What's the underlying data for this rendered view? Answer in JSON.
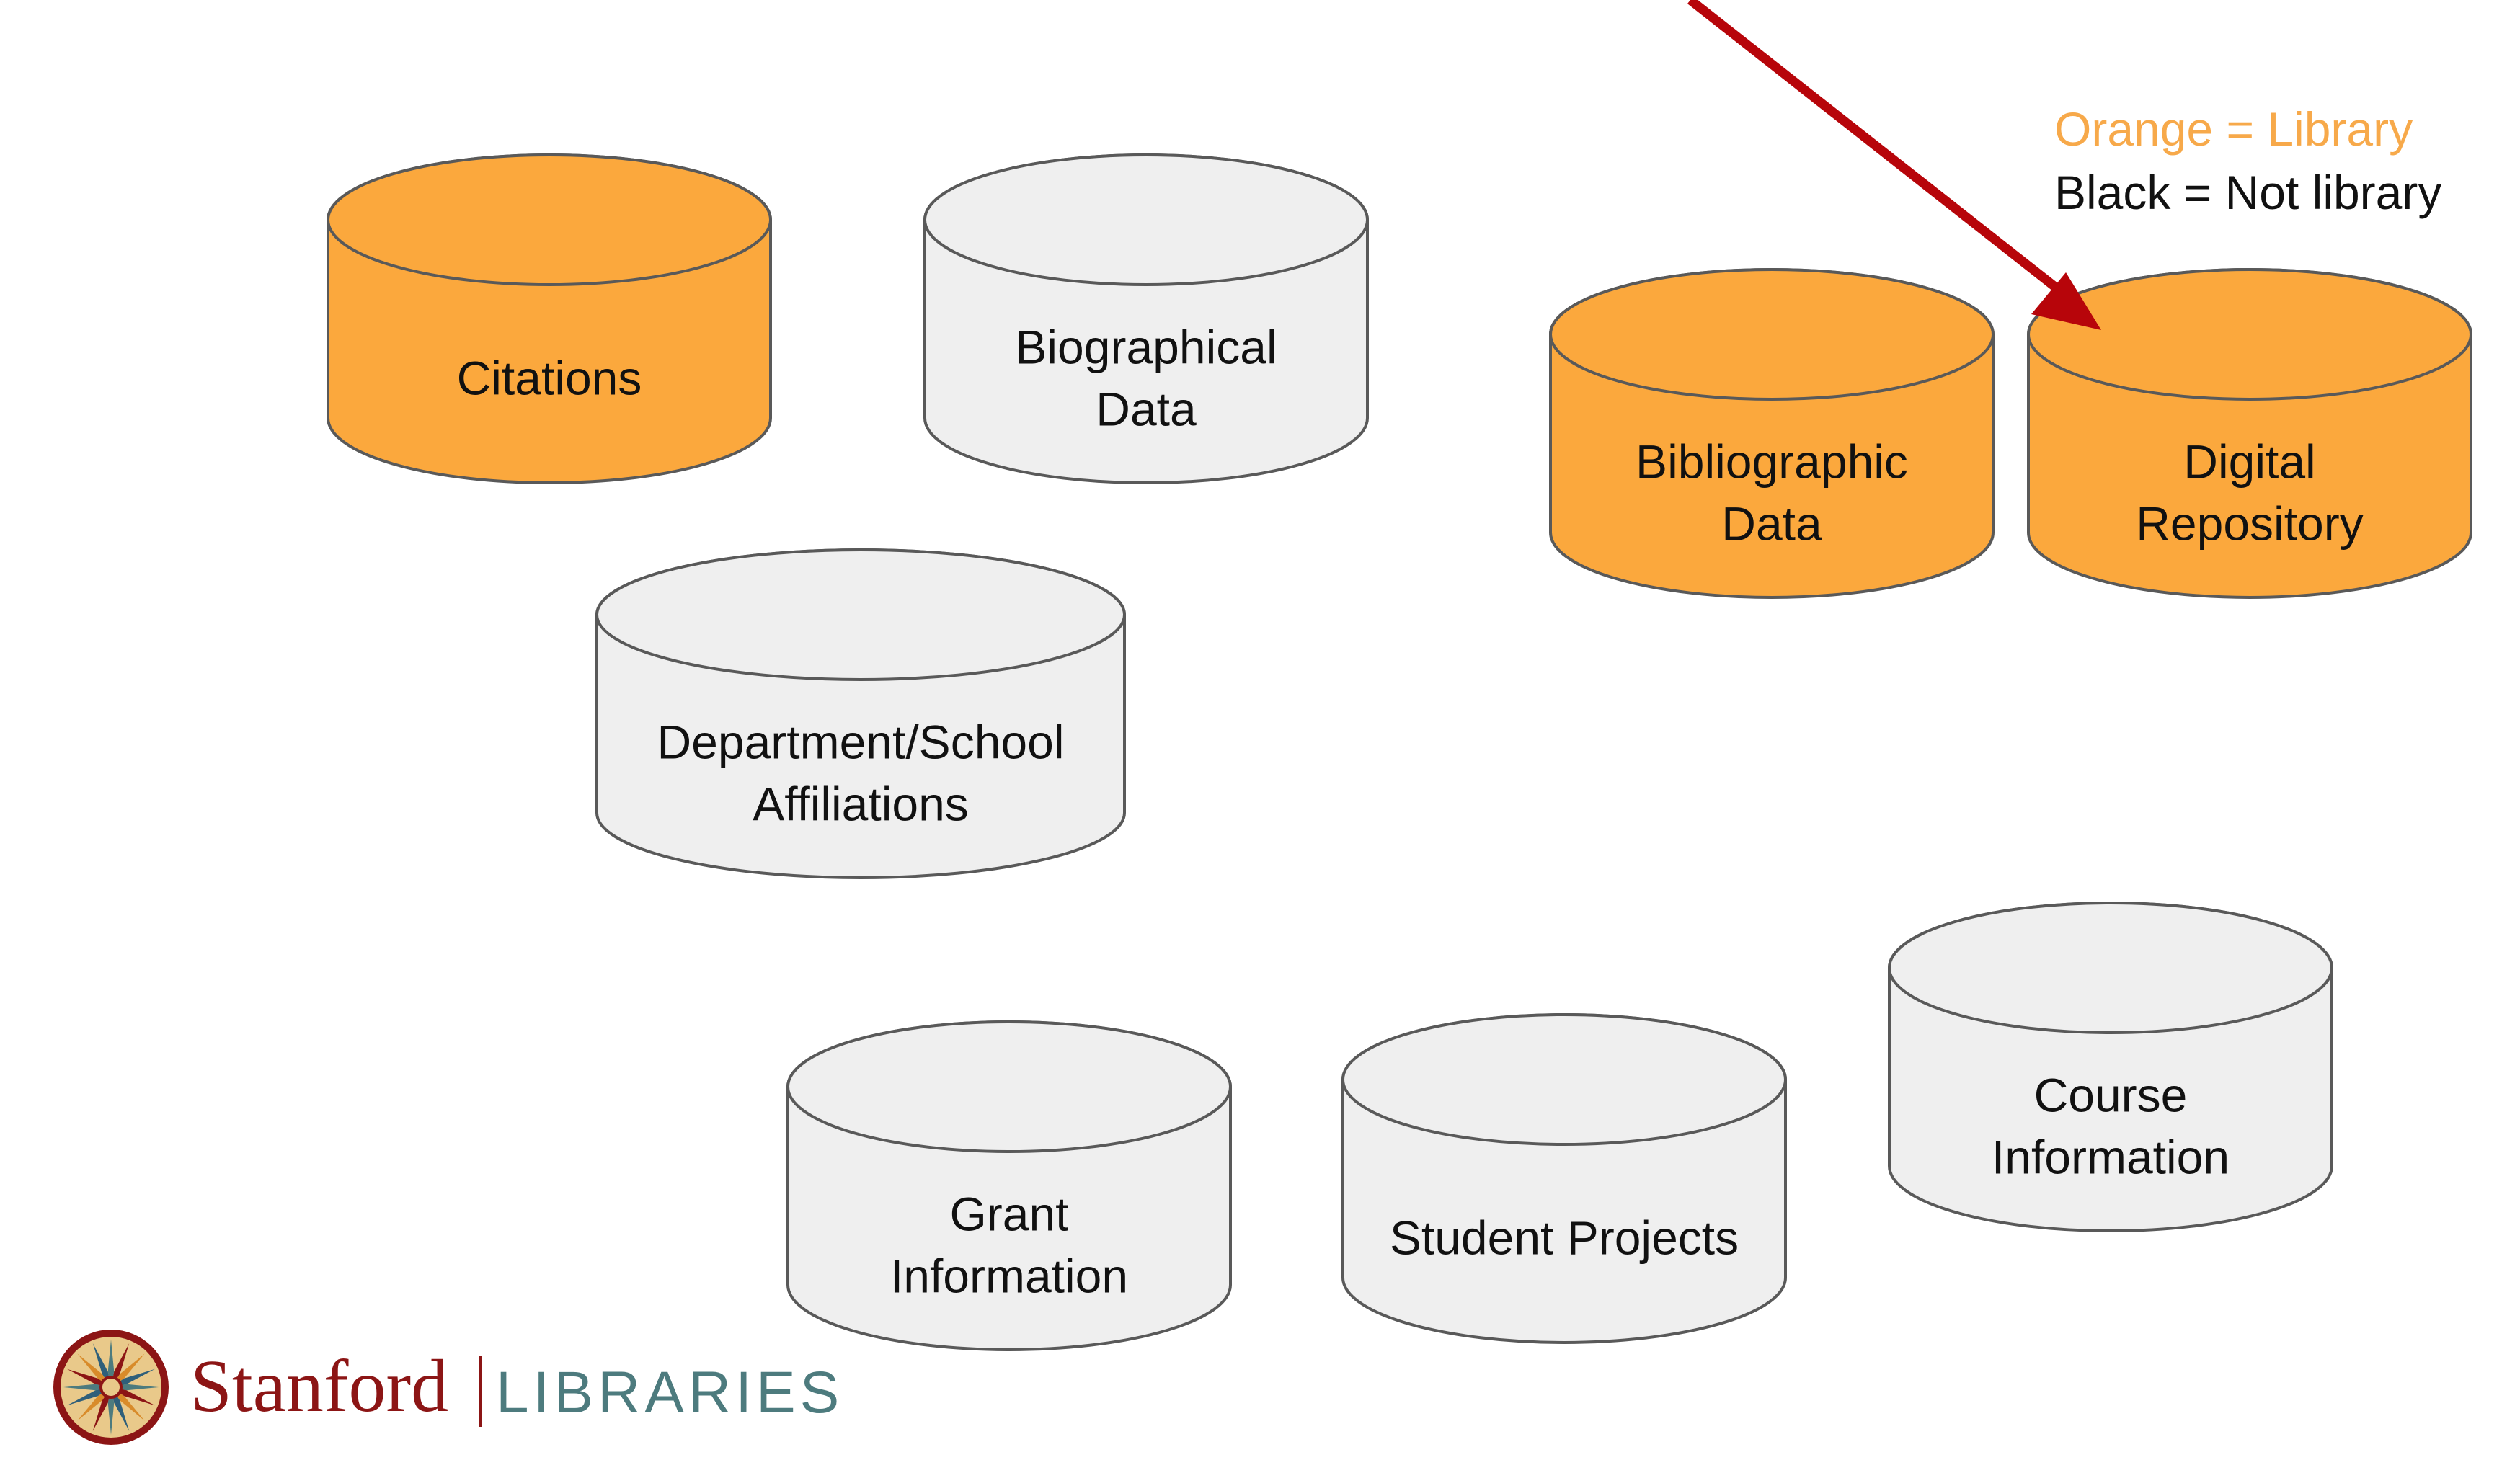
{
  "colors": {
    "library": "#FBA83D",
    "not_library": "#EFEFEF",
    "outline": "#595959",
    "arrow": "#B7050A",
    "legend_library_text": "#F7A94A",
    "legend_not_library_text": "#111111",
    "logo_red": "#8C1515",
    "logo_teal": "#4D7B7E"
  },
  "legend": {
    "library": "Orange = Library",
    "not_library": "Black = Not library"
  },
  "cylinders": [
    {
      "id": "citations",
      "kind": "library",
      "lines": [
        "Citations"
      ]
    },
    {
      "id": "biographical",
      "kind": "not_library",
      "lines": [
        "Biographical",
        "Data"
      ]
    },
    {
      "id": "department",
      "kind": "not_library",
      "lines": [
        "Department/School",
        "Affiliations"
      ]
    },
    {
      "id": "bibliographic",
      "kind": "library",
      "lines": [
        "Bibliographic",
        "Data"
      ]
    },
    {
      "id": "digital-repository",
      "kind": "library",
      "lines": [
        "Digital",
        "Repository"
      ]
    },
    {
      "id": "grant",
      "kind": "not_library",
      "lines": [
        "Grant",
        "Information"
      ]
    },
    {
      "id": "student-projects",
      "kind": "not_library",
      "lines": [
        "Student Projects"
      ]
    },
    {
      "id": "course",
      "kind": "not_library",
      "lines": [
        "Course",
        "Information"
      ]
    }
  ],
  "arrow": {
    "points_to": "digital-repository",
    "icon": "arrow-icon"
  },
  "logo": {
    "icon": "stanford-seal-icon",
    "name": "Stanford",
    "unit": "LIBRARIES"
  }
}
